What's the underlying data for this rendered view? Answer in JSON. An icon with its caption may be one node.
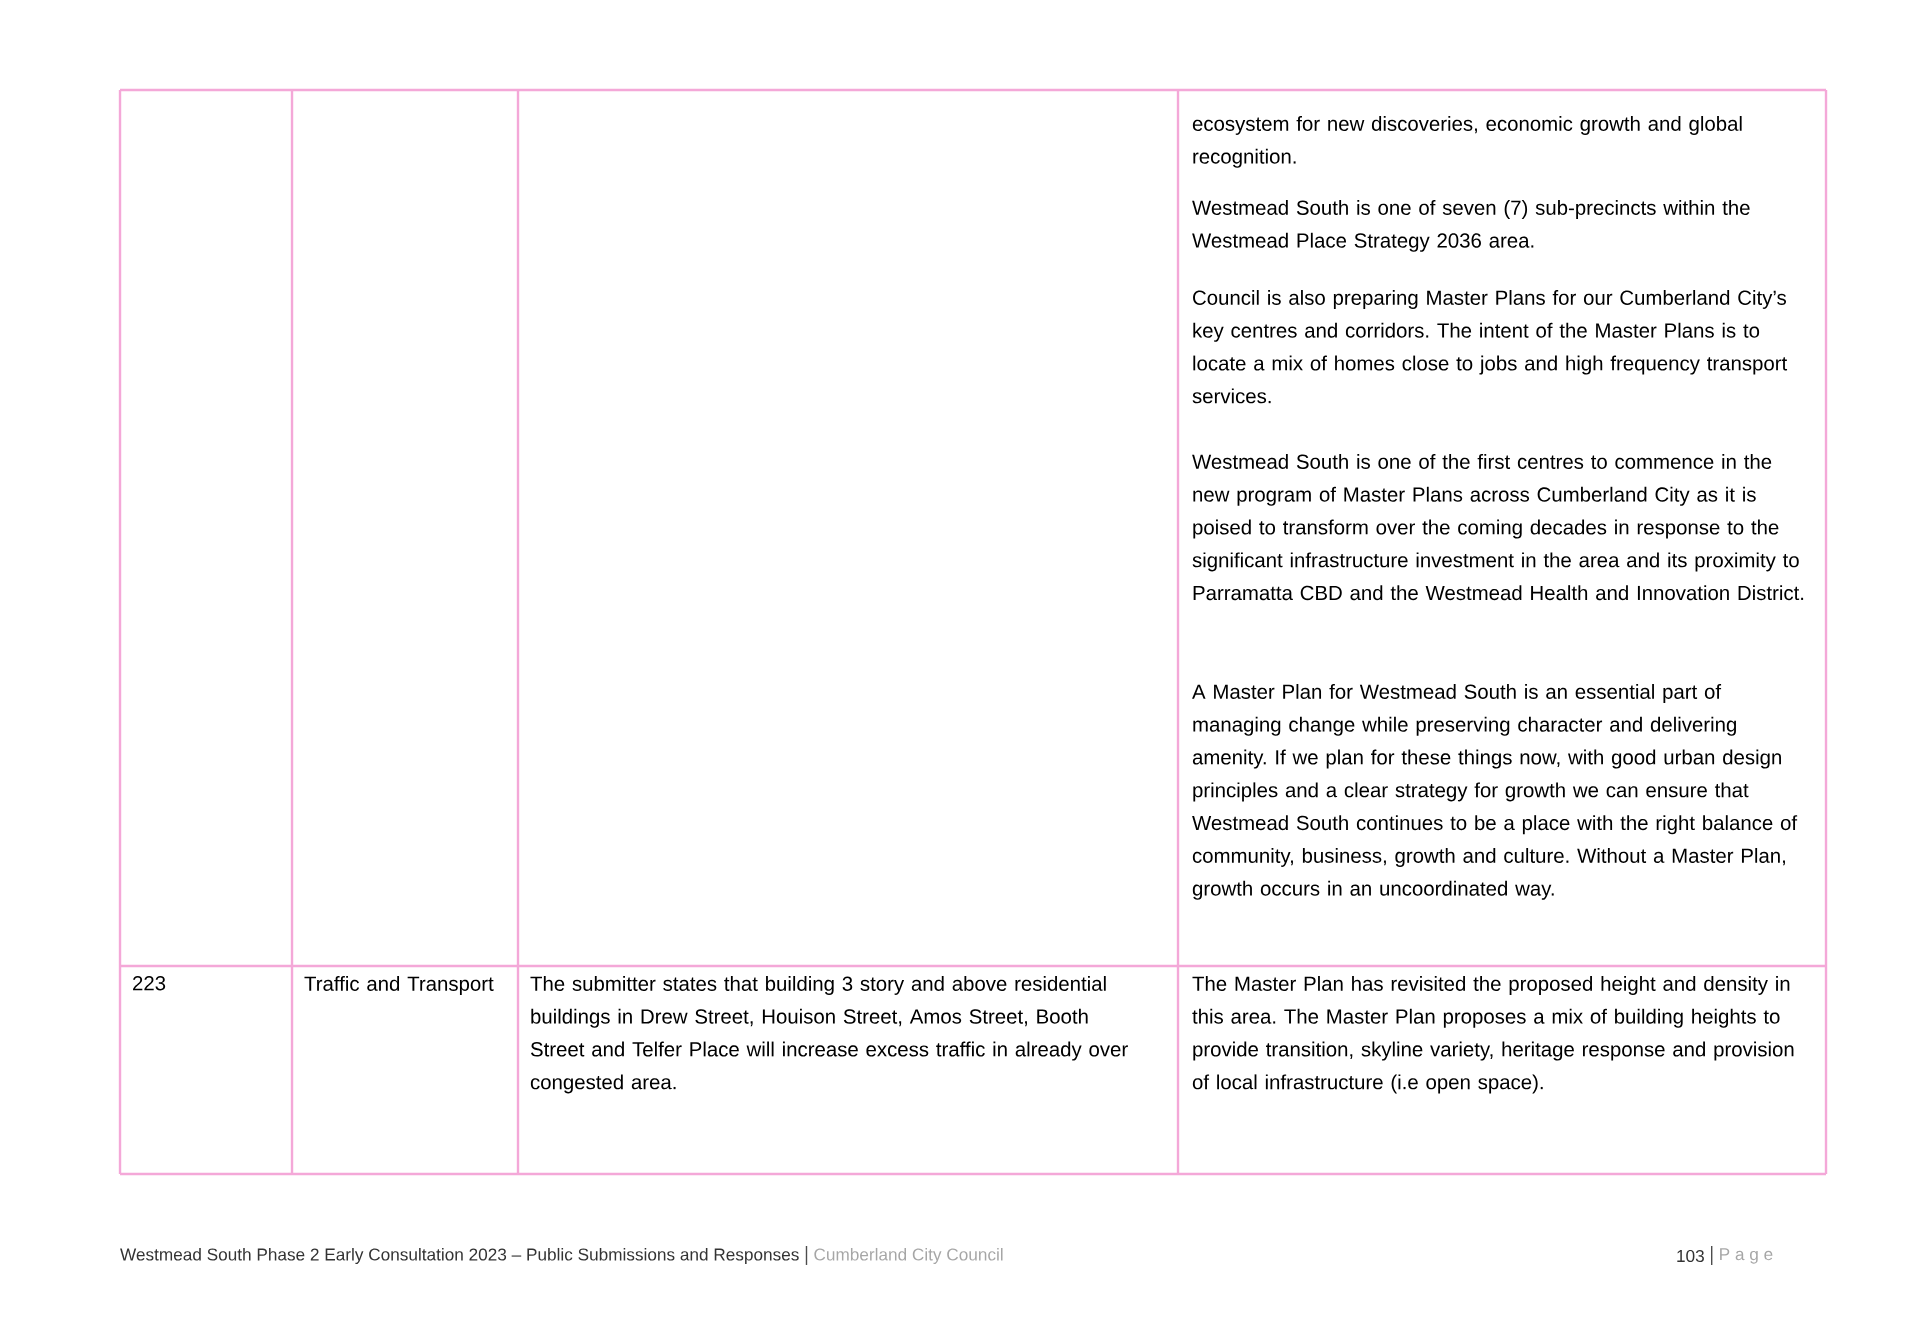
{
  "diagram": {
    "labels": [
      "ecosystem for new discoveries, economic growth and global recognition.",
      "Westmead South is one of seven (7) sub-precincts within the Westmead Place Strategy 2036 area.",
      "Council is also preparing Master Plans for our Cumberland City’s key centres and corridors. The intent of the Master Plans is to locate a mix of homes close to jobs and high frequency transport services.",
      "Westmead South is one of the first centres to commence in the new program of Master Plans across Cumberland City as it is poised to transform over the coming decades in response to the significant infrastructure investment in the area and its proximity to Parramatta CBD and the Westmead Health and Innovation District.",
      "A Master Plan for Westmead South is an essential part of managing change while preserving character and delivering amenity. If we plan for these things now, with good urban design principles and a clear strategy for growth we can ensure that Westmead South continues to be a place with the right balance of community, business, growth and culture. Without a Master Plan, growth occurs in an uncoordinated way.",
      "223",
      "Traffic and Transport",
      "The submitter states that building 3 story and above residential buildings in Drew Street, Houison Street, Amos Street, Booth Street and Telfer Place will increase excess traffic in already over congested area.",
      "The Master Plan has revisited the proposed height and density in this area. The Master Plan proposes a mix of building heights to provide transition, skyline variety, heritage response and provision of local infrastructure (i.e open space).",
      "Westmead South Phase 2 Early Consultation 2023 – Public Submissions and Responses",
      "Cumberland City Council",
      "103",
      "P a g e"
    ]
  }
}
